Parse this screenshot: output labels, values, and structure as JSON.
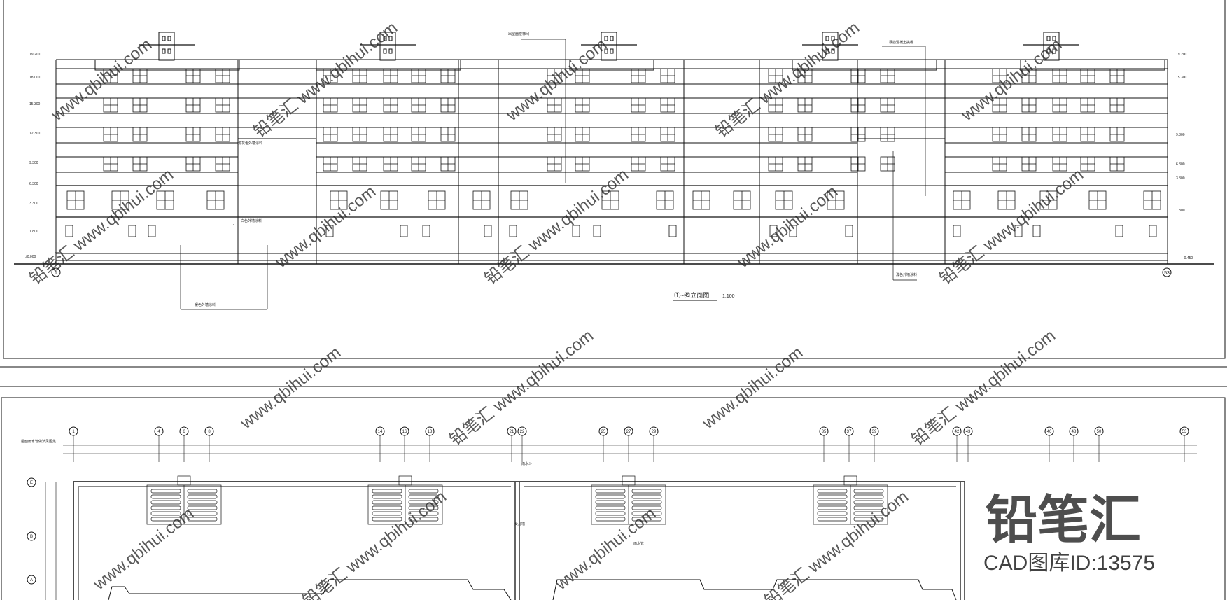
{
  "elevation": {
    "title": "①~㊾立面图",
    "scale": "1:100",
    "grid_start": "1",
    "grid_end": "53",
    "callouts": [
      "出屋面楼梯间",
      "钢筋混凝土挑檐",
      "白色外墙涂料",
      "暖色外墙涂料",
      "浅色外墙涂料",
      "浅灰色外墙涂料"
    ],
    "level_labels_left": [
      "19.200",
      "18.000",
      "15.300",
      "12.300",
      "9.300",
      "6.300",
      "3.300",
      "1.800",
      "±0.000"
    ],
    "level_labels_right": [
      "19.200",
      "15.300",
      "9.300",
      "6.300",
      "3.300",
      "1.800",
      "-0.450"
    ]
  },
  "roof_plan": {
    "grid_axes_top": [
      "1",
      "4",
      "6",
      "8",
      "14",
      "16",
      "18",
      "21",
      "22",
      "25",
      "27",
      "29",
      "35",
      "37",
      "39",
      "42",
      "43",
      "46",
      "48",
      "50",
      "53"
    ],
    "grid_axes_left": [
      "E",
      "B",
      "A"
    ],
    "notes": [
      "屋面雨水管做法见图集",
      "雨水斗",
      "女儿墙",
      "雨水管"
    ]
  },
  "watermark": {
    "site": "www.qbihui.com",
    "brand": "铅笔汇",
    "catalog": "CAD图库ID:13575"
  },
  "colors": {
    "line": "#111111",
    "watermark": "#c8c8c8",
    "bg": "#ffffff"
  }
}
